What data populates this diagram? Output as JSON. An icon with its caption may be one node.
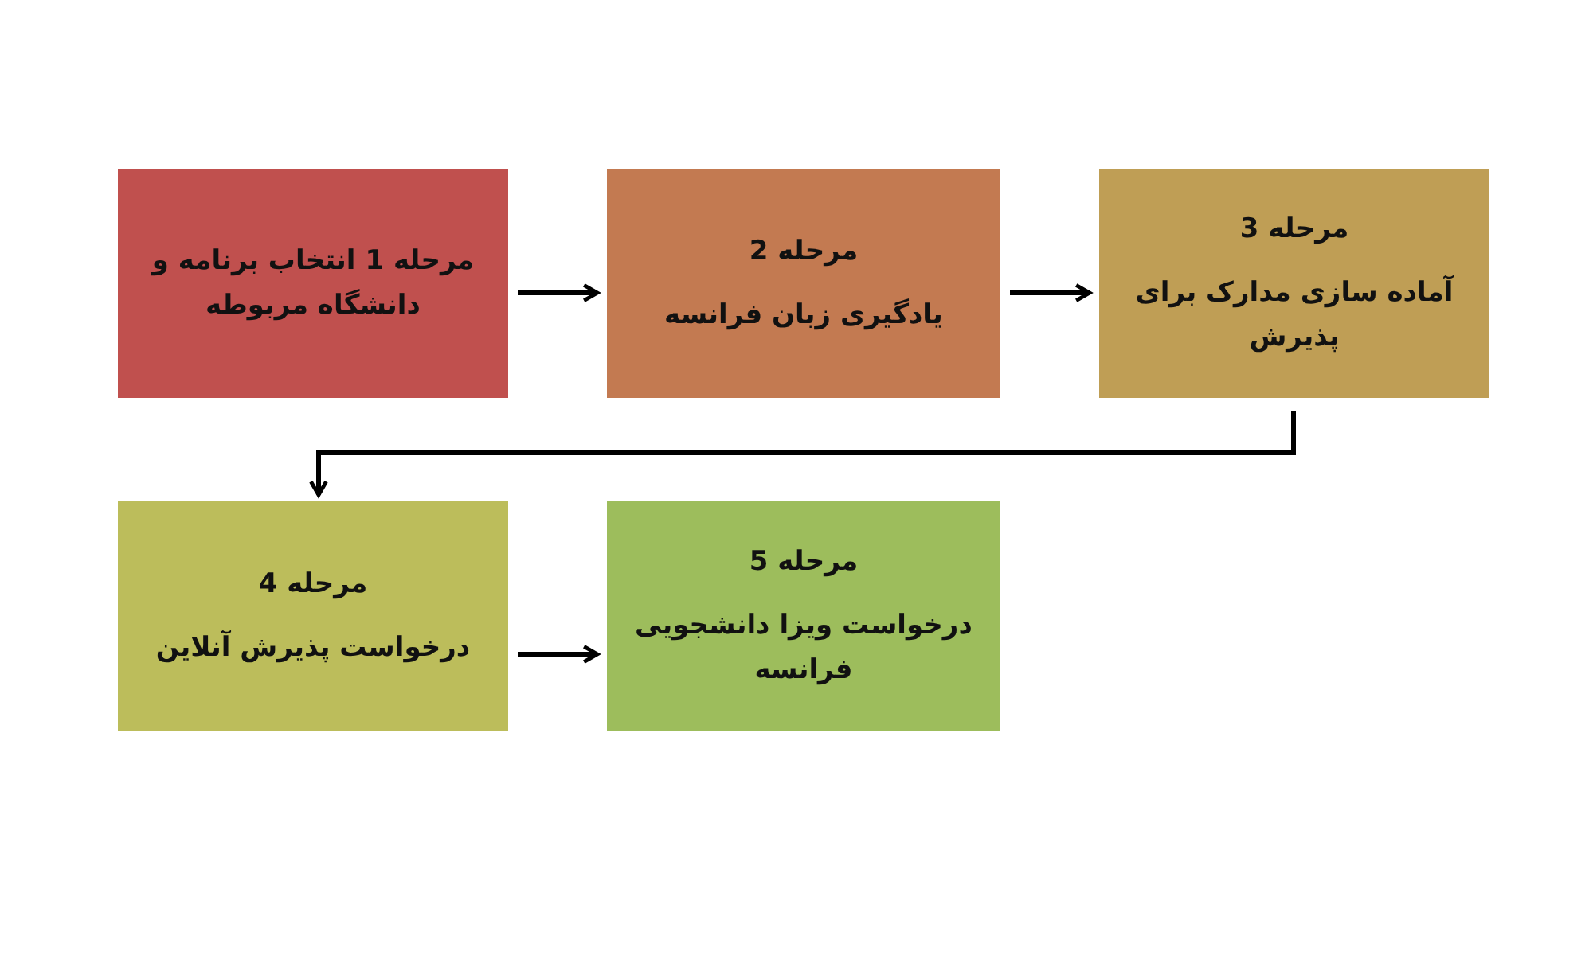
{
  "diagram": {
    "nodes": [
      {
        "text": [
          "مرحله 1 انتخاب برنامه و دانشگاه مربوطه"
        ]
      },
      {
        "text": [
          "مرحله 2",
          "یادگیری زبان فرانسه"
        ]
      },
      {
        "text": [
          "مرحله 3",
          "آماده سازی مدارک برای پذیرش"
        ]
      },
      {
        "text": [
          "مرحله 4",
          "درخواست پذیرش آنلاین"
        ]
      },
      {
        "text": [
          "مرحله 5",
          "درخواست ویزا دانشجویی فرانسه"
        ]
      }
    ],
    "edges": [
      {
        "from": 0,
        "to": 1,
        "arrow": "to"
      },
      {
        "from": 1,
        "to": 2,
        "arrow": "to"
      },
      {
        "from": 2,
        "to": 3,
        "arrow": "to"
      },
      {
        "from": 3,
        "to": 4,
        "arrow": "to"
      }
    ]
  }
}
